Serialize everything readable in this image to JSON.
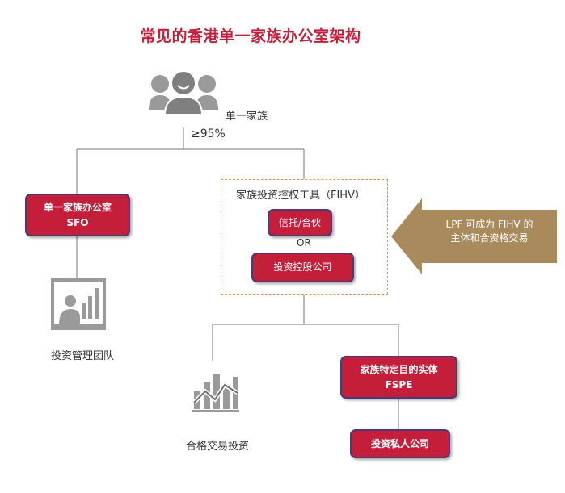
{
  "title": "常见的香港单一家族办公室架构",
  "family": {
    "label": "单一家族",
    "share": "≥95%"
  },
  "sfo": {
    "line1": "单一家族办公室",
    "line2": "SFO"
  },
  "investment_team": {
    "label": "投资管理团队"
  },
  "fihv": {
    "label": "家族投资控权工具（FIHV）",
    "trust": "信托/合伙",
    "or": "OR",
    "company": "投资控股公司"
  },
  "arrow_callout": {
    "line1": "LPF 可成为 FIHV 的",
    "line2": "主体和合资格交易"
  },
  "qualifying": {
    "label": "合格交易投资"
  },
  "fspe": {
    "line1": "家族特定目的实体",
    "line2": "FSPE"
  },
  "private_company": {
    "label": "投资私人公司"
  },
  "colors": {
    "accent_red": "#c41e3a",
    "border_purple": "#4a3a78",
    "dashed_gold": "#c8a24a",
    "arrow_tan": "#a88a5c",
    "icon_gray": "#9a9a9a"
  }
}
